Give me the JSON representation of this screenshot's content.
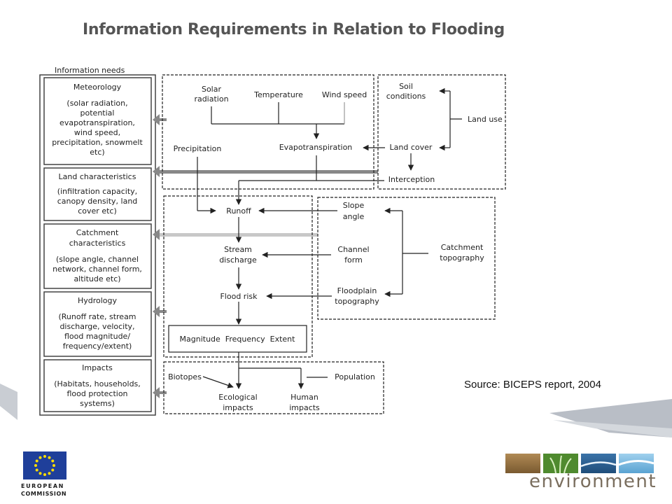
{
  "title": "Information Requirements in Relation to Flooding",
  "info_needs": {
    "header": "Information needs",
    "items": [
      {
        "title": "Meteorology",
        "body": [
          "(solar radiation,",
          "potential",
          "evapotranspiration,",
          "wind speed,",
          "precipitation, snowmelt",
          "etc)"
        ]
      },
      {
        "title": "Land characteristics",
        "body": [
          "(infiltration capacity,",
          "canopy density, land",
          "cover etc)"
        ]
      },
      {
        "title": "Catchment",
        "title2": "characteristics",
        "body": [
          "(slope angle, channel",
          "network, channel form,",
          "altitude etc)"
        ]
      },
      {
        "title": "Hydrology",
        "body": [
          "(Runoff rate, stream",
          "discharge, velocity,",
          "flood magnitude/",
          "frequency/extent)"
        ]
      },
      {
        "title": "Impacts",
        "body": [
          "(Habitats, households,",
          "flood protection",
          "systems)"
        ]
      }
    ]
  },
  "nodes": {
    "solar_radiation": [
      "Solar",
      "radiation"
    ],
    "temperature": "Temperature",
    "wind_speed": "Wind speed",
    "soil_conditions": [
      "Soil",
      "conditions"
    ],
    "land_use": "Land use",
    "precipitation": "Precipitation",
    "evapotranspiration": "Evapotranspiration",
    "land_cover": "Land cover",
    "interception": "Interception",
    "runoff": "Runoff",
    "slope_angle": [
      "Slope",
      "angle"
    ],
    "stream_discharge": [
      "Stream",
      "discharge"
    ],
    "channel_form": [
      "Channel",
      "form"
    ],
    "catchment_topography": [
      "Catchment",
      "topography"
    ],
    "flood_risk": "Flood risk",
    "floodplain_topography": [
      "Floodplain",
      "topography"
    ],
    "magnitude_frequency_extent": "Magnitude  Frequency  Extent",
    "biotopes": "Biotopes",
    "population": "Population",
    "ecological_impacts": [
      "Ecological",
      "impacts"
    ],
    "human_impacts": [
      "Human",
      "impacts"
    ]
  },
  "source_note": "Source: BICEPS report, 2004",
  "logos": {
    "eu_line1": "EUROPEAN",
    "eu_line2": "COMMISSION",
    "environment_word": "environment"
  },
  "colors": {
    "eu_blue": "#1f3f9a",
    "eu_star": "#ffdd00",
    "tile_brown": "#8a6a3c",
    "tile_green": "#4f8a2e",
    "tile_blue": "#2a5d8c",
    "tile_light_blue": "#6fb0d8"
  }
}
